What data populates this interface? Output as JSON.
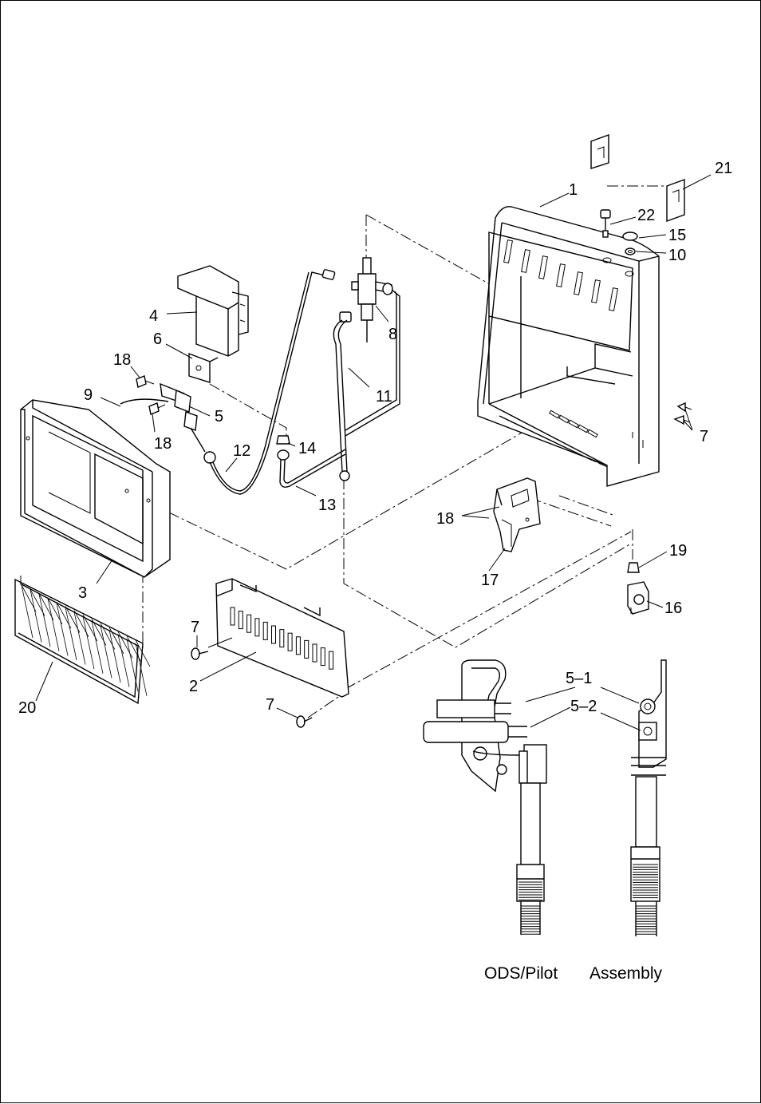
{
  "diagram": {
    "callouts": {
      "c1": "1",
      "c2": "2",
      "c3": "3",
      "c4": "4",
      "c5": "5",
      "c6": "6",
      "c7a": "7",
      "c7b": "7",
      "c7c": "7",
      "c8": "8",
      "c9": "9",
      "c10": "10",
      "c11": "11",
      "c12": "12",
      "c13": "13",
      "c14": "14",
      "c15": "15",
      "c16": "16",
      "c17": "17",
      "c18a": "18",
      "c18b": "18",
      "c18c": "18",
      "c19": "19",
      "c20": "20",
      "c21": "21",
      "c22": "22",
      "c5_1": "5–1",
      "c5_2": "5–2"
    },
    "caption_left": "ODS/Pilot",
    "caption_right": "Assembly"
  }
}
